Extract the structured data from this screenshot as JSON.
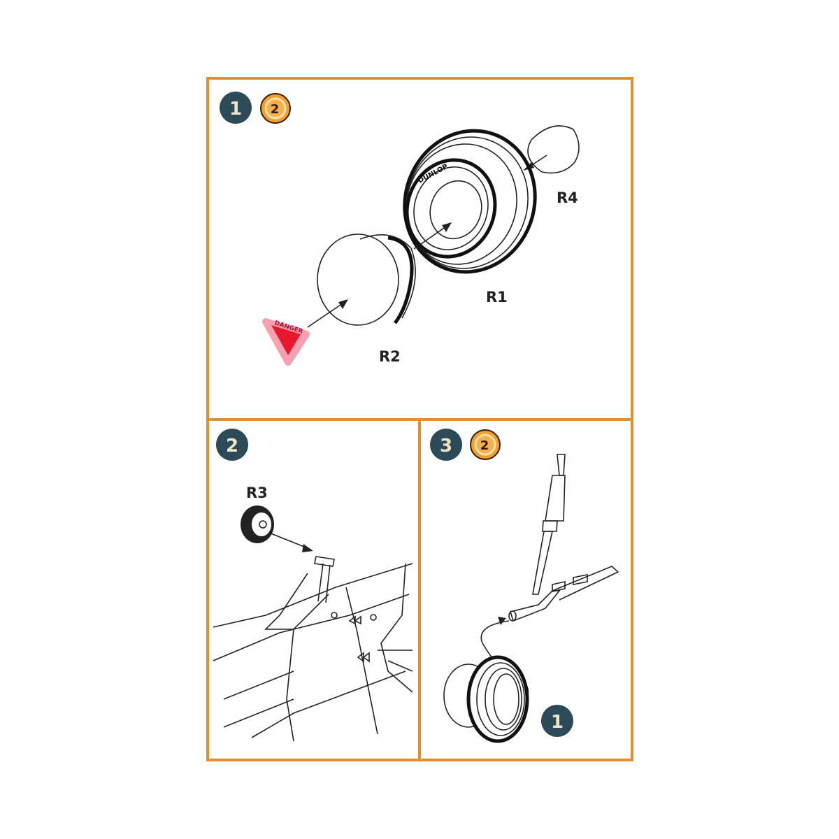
{
  "colors": {
    "frame": "#e0902e",
    "step_badge": "#2c4a58",
    "ref_badge": "#f0a030",
    "decal": "#e8182c"
  },
  "panel1": {
    "step": "1",
    "ref_step": "2",
    "ref_icon": "refer-to-step-icon",
    "parts": {
      "r4": "R4",
      "r1": "R1",
      "r2": "R2"
    },
    "tire_brand": "DUNLOP",
    "decal_text": "DANGER"
  },
  "panel2": {
    "step": "2",
    "parts": {
      "r3": "R3"
    }
  },
  "panel3": {
    "step": "3",
    "ref_step": "2",
    "ref_icon": "refer-to-step-icon",
    "sub_step": "1"
  }
}
